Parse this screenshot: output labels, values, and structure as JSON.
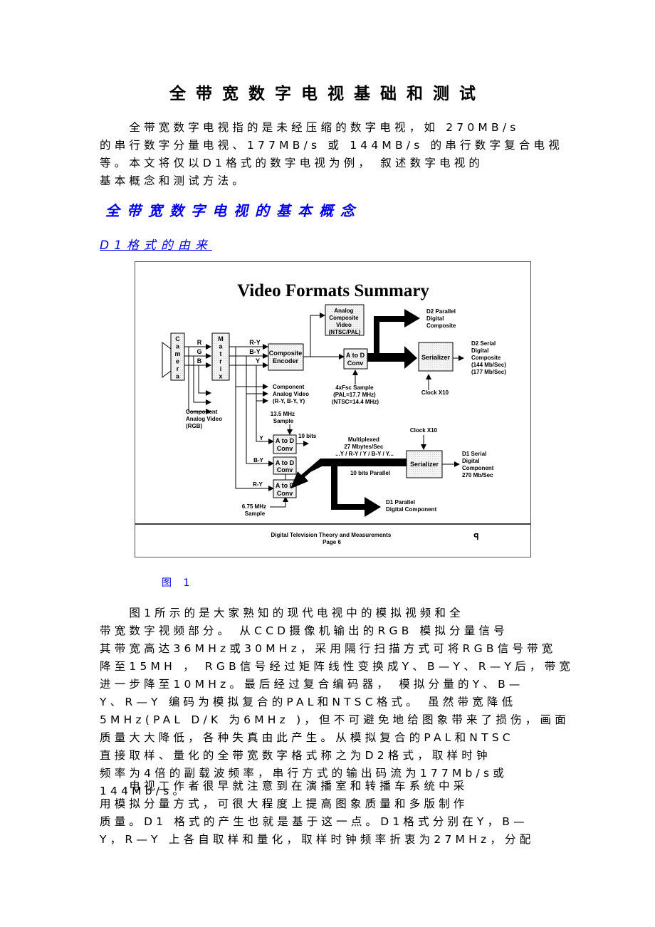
{
  "document": {
    "title": "全带宽数字电视基础和测试",
    "intro_lines": [
      "　　全带宽数字电视指的是未经压缩的数字电视，如 270MB/s",
      "的串行数字分量电视、177MB/s 或 144MB/s 的串行数字复合电视",
      "等。本文将仅以D1格式的数字电视为例， 叙述数字电视的",
      "基本概念和测试方法。"
    ],
    "section_heading": "全带宽数字电视的基本概念",
    "subsection_heading": "D1格式的由来",
    "figure_caption": "图 1",
    "para1_lines": [
      "　　图1所示的是大家熟知的现代电视中的模拟视频和全",
      "带宽数字视频部分。 从CCD摄像机输出的RGB 模拟分量信号",
      "其带宽高达36MHz或30MHz，采用隔行扫描方式可将RGB信号带宽",
      "降至15MH ， RGB信号经过矩阵线性变换成Y、B—Y、R—Y后，带宽",
      "进一步降至10MHz。最后经过复合编码器， 模拟分量的Y、B—",
      "Y、R—Y 编码为模拟复合的PAL和NTSC格式。 虽然带宽降低",
      "5MHz(PAL D/K 为6MHz )，但不可避免地给图象带来了损伤，画面",
      "质量大大降低，各种失真由此产生。从模拟复合的PAL和NTSC",
      "直接取样、量化的全带宽数字格式称之为D2格式，取样时钟",
      "频率为4倍的副载波频率，串行方式的输出码流为177Mb/s或",
      "144Mb/s。"
    ],
    "para2_lines": [
      "　　电视工作者很早就注意到在演播室和转播车系统中采",
      "用模拟分量方式，可很大程度上提高图象质量和多版制作",
      "质量。D1 格式的产生也就是基于这一点。D1格式分别在Y，B—",
      "Y，R—Y 上各自取样和量化，取样时钟频率折衷为27MHz，分配"
    ]
  },
  "diagram": {
    "title": "Video Formats Summary",
    "camera_letters": [
      "C",
      "a",
      "m",
      "e",
      "r",
      "a"
    ],
    "matrix_letters": [
      "M",
      "a",
      "t",
      "r",
      "i",
      "x"
    ],
    "rgb_labels": [
      "R",
      "G",
      "B"
    ],
    "matrix_out_labels": [
      "R-Y",
      "B-Y",
      "Y"
    ],
    "composite_encoder": [
      "Composite",
      "Encoder"
    ],
    "analog_composite": [
      "Analog",
      "Composite",
      "Video",
      "(NTSC/PAL)"
    ],
    "atod": [
      "A to D",
      "Conv"
    ],
    "fsc_sample": [
      "4xFsc Sample",
      "(PAL=17.7 MHz)",
      "(NTSC=14.4 MHz)"
    ],
    "d2_parallel": [
      "D2 Parallel",
      "Digital",
      "Composite"
    ],
    "serializer": "Serializer",
    "clock": "Clock X10",
    "d2_serial": [
      "D2 Serial",
      "Digital",
      "Composite",
      "(144 Mb/Sec)",
      "(177 Mb/Sec)"
    ],
    "component_analog_yuv": [
      "Component",
      "Analog Video",
      "(R-Y, B-Y, Y)"
    ],
    "component_analog_rgb": [
      "Component",
      "Analog Video",
      "(RGB)"
    ],
    "sample_135": [
      "13.5 MHz",
      "Sample"
    ],
    "ten_bits": "10 bits",
    "multiplexed": [
      "Multiplexed",
      "27 Mbytes/Sec",
      "...Y / R-Y / Y / B-Y / Y..."
    ],
    "ten_bits_parallel": "10 bits Parallel",
    "adc_inputs": [
      "Y",
      "B-Y",
      "R-Y"
    ],
    "sample_675": [
      "6.75 MHz",
      "Sample"
    ],
    "d1_serial": [
      "D1 Serial",
      "Digital",
      "Component",
      "270 Mb/Sec"
    ],
    "d1_parallel": [
      "D1 Parallel",
      "Digital Component"
    ],
    "footer": [
      "Digital Television Theory and Measurements",
      "Page 6"
    ],
    "footer_logo": "ꟼ"
  }
}
